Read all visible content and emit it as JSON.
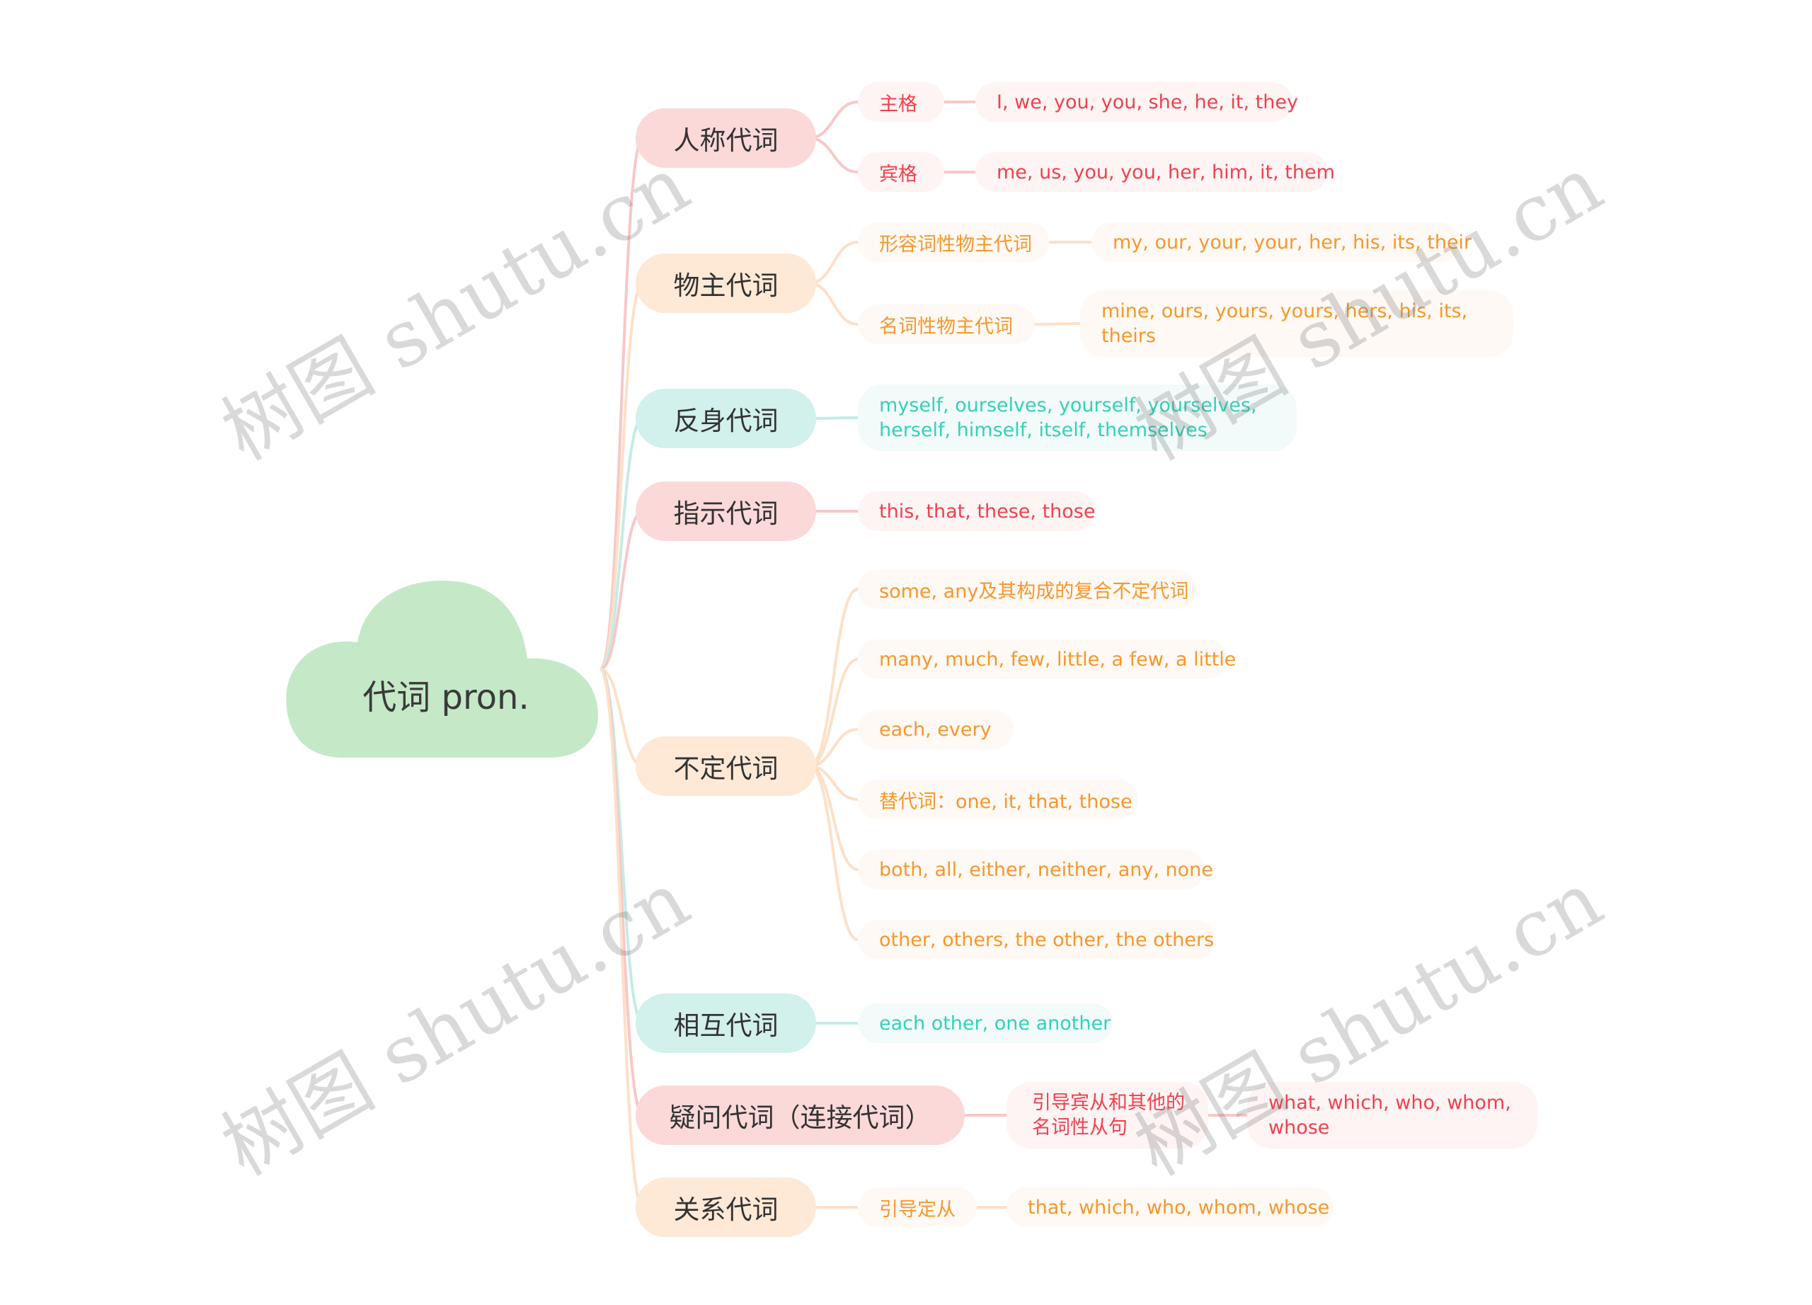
{
  "root": {
    "label": "代词 pron.",
    "color": "#c5e8c7"
  },
  "branches": [
    {
      "label": "人称代词",
      "bg": "#fbd9d9",
      "line": "#f8c7c7",
      "text": "#f0404c",
      "children": [
        {
          "label": "主格",
          "items": [
            "I, we, you, you, she, he, it, they"
          ]
        },
        {
          "label": "宾格",
          "items": [
            "me, us, you, you, her, him, it, them"
          ]
        }
      ]
    },
    {
      "label": "物主代词",
      "bg": "#fde9d6",
      "line": "#fde0c8",
      "text": "#f7962b",
      "children": [
        {
          "label": "形容词性物主代词",
          "items": [
            "my, our, your, your, her, his, its, their"
          ]
        },
        {
          "label": "名词性物主代词",
          "items": [
            "mine, ours, yours, yours, hers, his, its, theirs"
          ]
        }
      ]
    },
    {
      "label": "反身代词",
      "bg": "#d2f0ec",
      "line": "#c4ece6",
      "text": "#33d1b8",
      "items": [
        "myself, ourselves, yourself, yourselves, herself, himself, itself, themselves"
      ]
    },
    {
      "label": "指示代词",
      "bg": "#fbd9d9",
      "line": "#f8c7c7",
      "text": "#f0404c",
      "items": [
        "this, that, these, those"
      ]
    },
    {
      "label": "不定代词",
      "bg": "#fde9d6",
      "line": "#fde0c8",
      "text": "#f7962b",
      "items": [
        "some, any及其构成的复合不定代词",
        "many, much, few, little, a few, a little",
        "each, every",
        "替代词：one, it, that, those",
        "both, all, either, neither, any, none",
        "other, others, the other, the others"
      ]
    },
    {
      "label": "相互代词",
      "bg": "#d2f0ec",
      "line": "#c4ece6",
      "text": "#33d1b8",
      "items": [
        "each other, one another"
      ]
    },
    {
      "label": "疑问代词（连接代词）",
      "bg": "#fbd9d9",
      "line": "#f8c7c7",
      "text": "#f0404c",
      "children": [
        {
          "label": "引导宾从和其他的名词性从句",
          "items": [
            "what, which, who, whom, whose"
          ]
        }
      ]
    },
    {
      "label": "关系代词",
      "bg": "#fde9d6",
      "line": "#fde0c8",
      "text": "#f7962b",
      "children": [
        {
          "label": "引导定从",
          "items": [
            "that, which, who, whom, whose"
          ]
        }
      ]
    }
  ],
  "watermark": "树图 shutu.cn"
}
